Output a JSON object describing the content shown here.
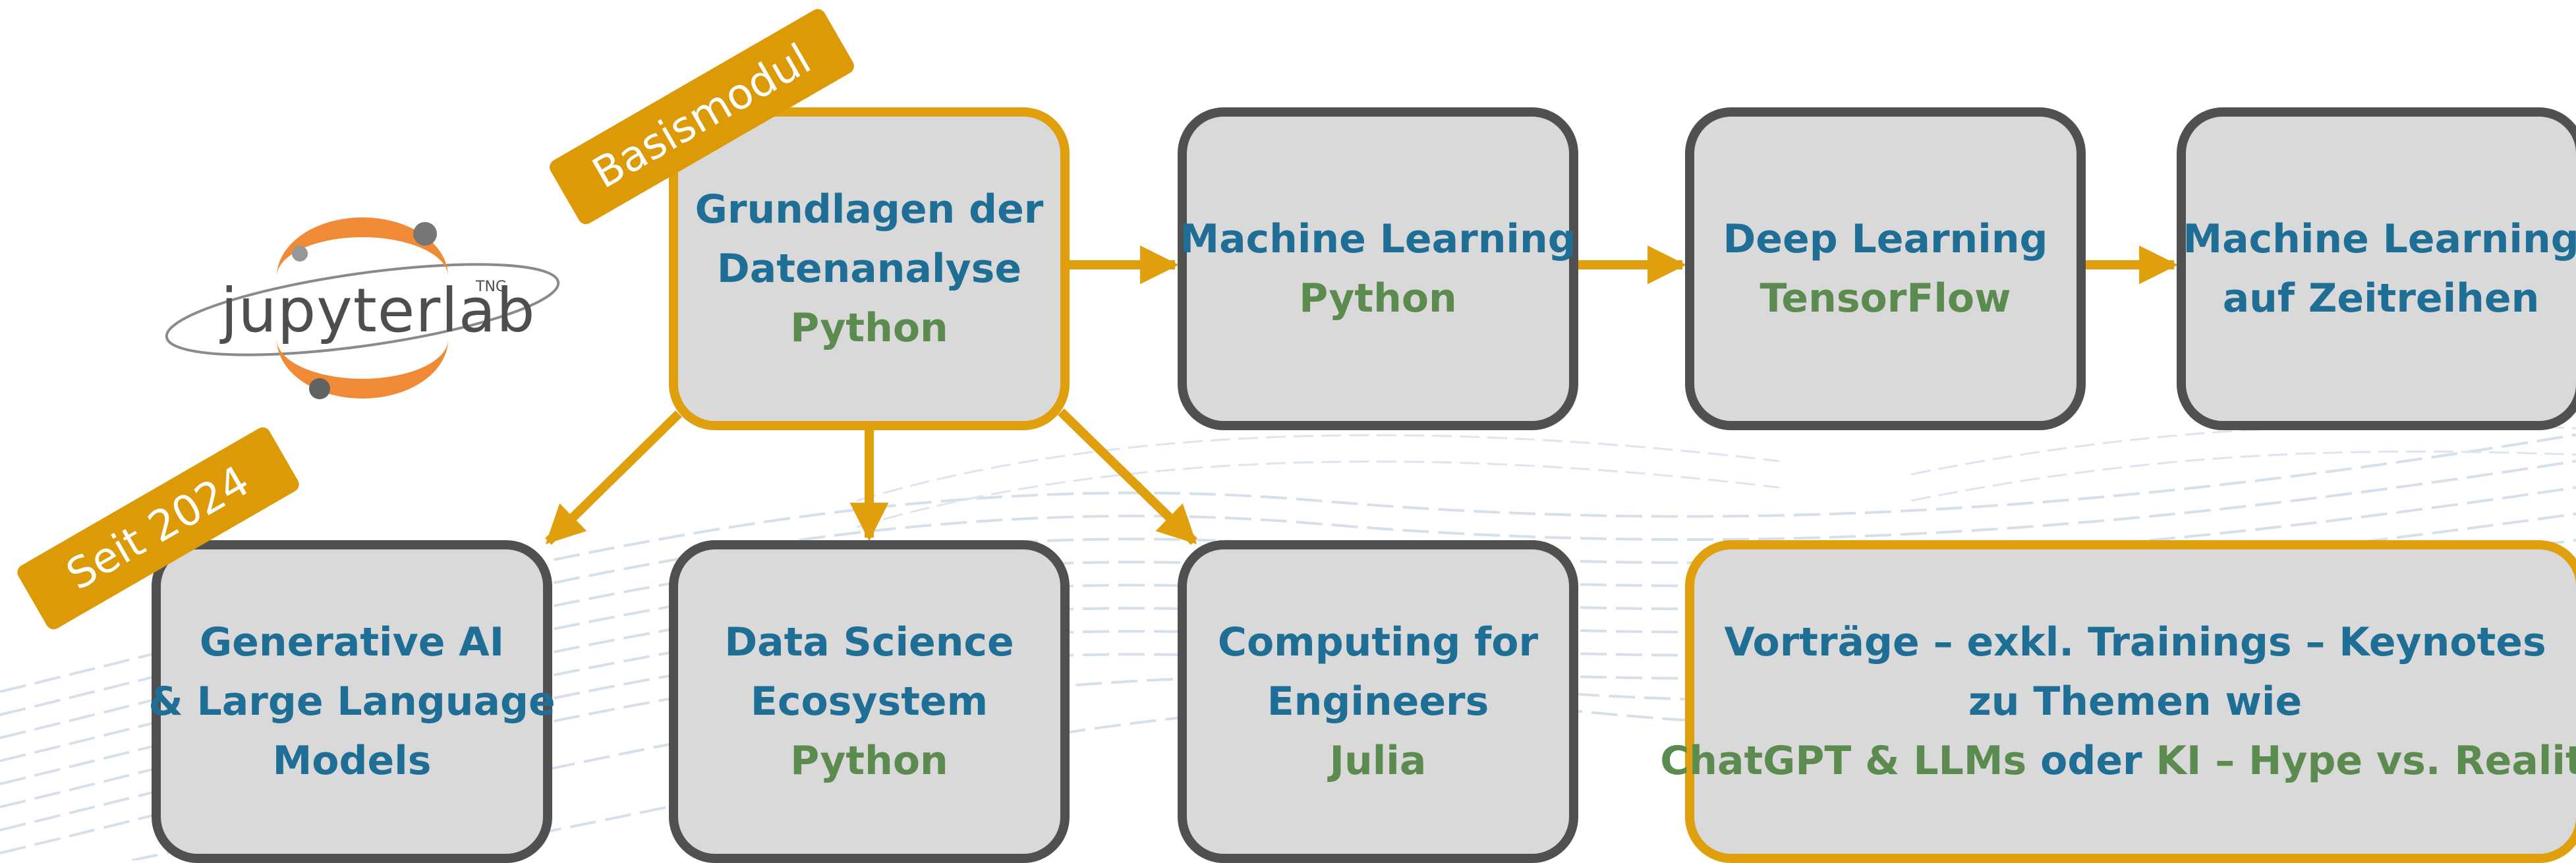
{
  "colors": {
    "box_fill": "#d9d9d9",
    "box_border": "#505050",
    "accent_gold": "#e0a00e",
    "title_blue": "#1f6e96",
    "tech_green": "#5b8b4e",
    "banner_fill": "#dc9b06"
  },
  "logo": {
    "text": "jupyterlab",
    "superscript": "TNG"
  },
  "banners": {
    "basismodul": "Basismodul",
    "seit": "Seit 2024"
  },
  "boxes": {
    "grundlagen": {
      "line1": "Grundlagen der",
      "line2": "Datenanalyse",
      "tech": "Python"
    },
    "ml": {
      "line1": "Machine Learning",
      "tech": "Python"
    },
    "dl": {
      "line1": "Deep Learning",
      "tech": "TensorFlow"
    },
    "ml_zeit": {
      "line1": "Machine Learning",
      "line2": "auf Zeitreihen"
    },
    "genai": {
      "line1": "Generative AI",
      "line2": "& Large Language",
      "line3": "Models"
    },
    "ds_eco": {
      "line1": "Data Science",
      "line2": "Ecosystem",
      "tech": "Python"
    },
    "computing": {
      "line1": "Computing for",
      "line2": "Engineers",
      "tech": "Julia"
    },
    "vortraege": {
      "line1": "Vorträge – exkl. Trainings – Keynotes",
      "line2": "zu Themen wie",
      "topic1": "ChatGPT & LLMs",
      "joiner": "oder",
      "topic2": "KI – Hype vs. Reality"
    }
  }
}
